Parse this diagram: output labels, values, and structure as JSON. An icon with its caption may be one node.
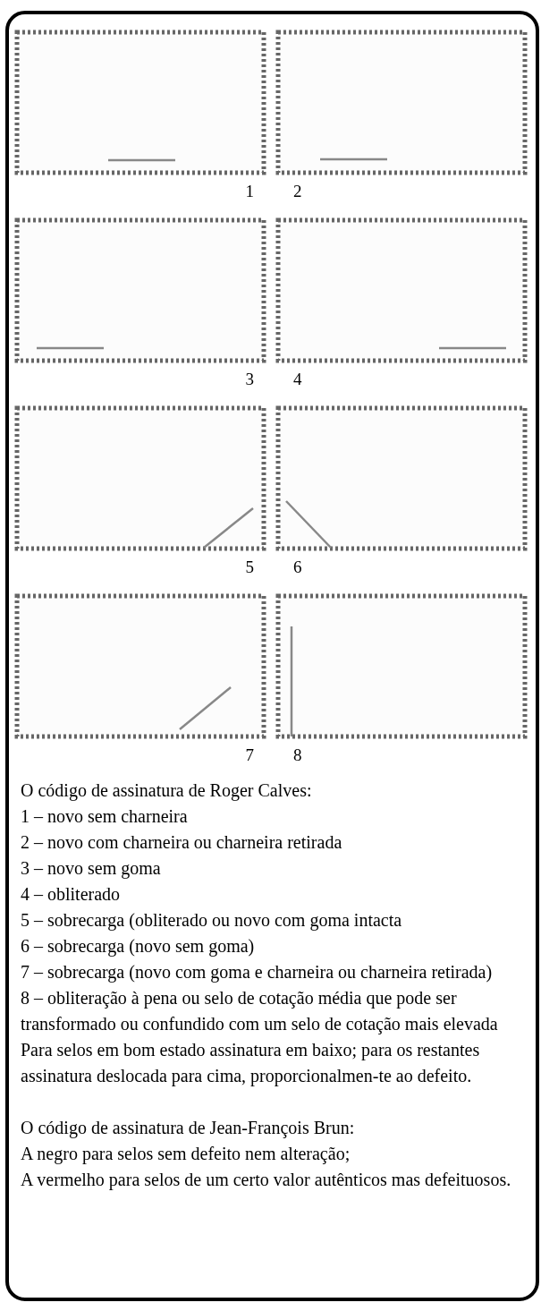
{
  "diagram": {
    "nodes": [
      {
        "text": [],
        "shape": "picture",
        "beside": [
          "1"
        ]
      },
      {
        "text": [],
        "shape": "picture",
        "beside": [
          "2"
        ]
      },
      {
        "text": [],
        "shape": "picture",
        "beside": [
          "3"
        ]
      },
      {
        "text": [],
        "shape": "picture",
        "beside": [
          "4"
        ]
      },
      {
        "text": [],
        "shape": "picture",
        "beside": [
          "5"
        ]
      },
      {
        "text": [],
        "shape": "picture",
        "beside": [
          "6"
        ]
      },
      {
        "text": [],
        "shape": "picture",
        "beside": [
          "7"
        ]
      },
      {
        "text": [],
        "shape": "picture",
        "beside": [
          "8"
        ]
      }
    ],
    "labels": [
      "O código de assinatura de Roger Calves:",
      "1 – novo sem charneira",
      "2 – novo com charneira ou charneira retirada",
      "3 – novo sem goma",
      "4 – obliterado",
      "5 – sobrecarga (obliterado ou novo com goma intacta",
      "6 – sobrecarga (novo sem goma)",
      "7 – sobrecarga (novo com goma e charneira ou charneira retirada)",
      "8 – obliteração à pena ou selo de cotação média que pode ser transformado ou confundido com um selo de cotação mais elevada",
      "Para selos em bom estado assinatura em baixo; para os restantes assinatura deslocada para cima, proporcionalmen-te ao defeito.",
      "O código de assinatura de Jean-François Brun:",
      "A negro para selos sem defeito nem alteração;",
      "A vermelho para selos de um certo valor autênticos mas defeituosos."
    ]
  }
}
